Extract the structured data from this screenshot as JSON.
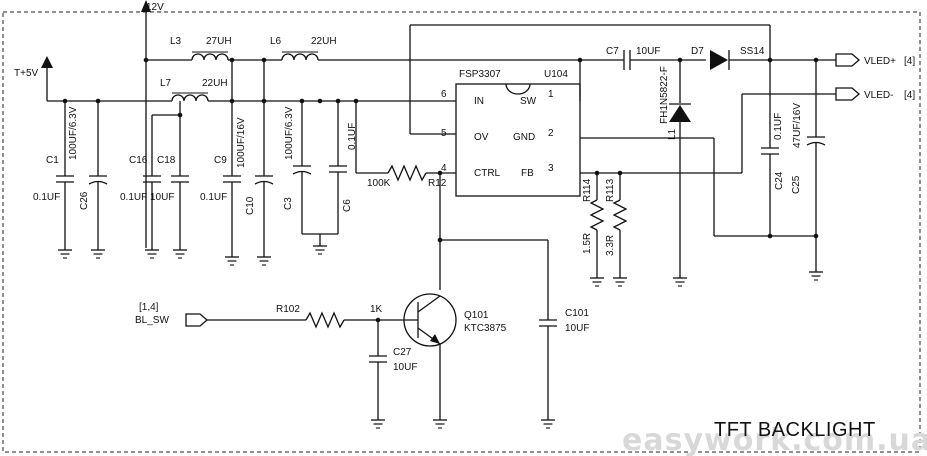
{
  "title": "TFT BACKLIGHT",
  "watermark": "easywork.com.ua",
  "rails": {
    "v12": "12V",
    "v5": "T+5V"
  },
  "ic": {
    "ref": "U104",
    "part": "FSP3307",
    "pins": {
      "in_num": "6",
      "in": "IN",
      "sw_num": "1",
      "sw": "SW",
      "ov_num": "5",
      "ov": "OV",
      "gnd_num": "2",
      "gnd": "GND",
      "ctrl_num": "4",
      "ctrl": "CTRL",
      "fb_num": "3",
      "fb": "FB"
    }
  },
  "inductors": [
    {
      "ref": "L3",
      "value": "27UH"
    },
    {
      "ref": "L6",
      "value": "22UH"
    },
    {
      "ref": "L7",
      "value": "22UH"
    }
  ],
  "capacitors": {
    "c1": {
      "ref": "C1",
      "value": "0.1UF"
    },
    "c26": {
      "ref": "C26",
      "value": "100UF/6.3V"
    },
    "c16": {
      "ref": "C16",
      "value": "0.1UF"
    },
    "c18": {
      "ref": "C18",
      "value": "10UF"
    },
    "c9": {
      "ref": "C9",
      "value": "0.1UF"
    },
    "c10": {
      "ref": "C10",
      "value": "100UF/16V"
    },
    "c3": {
      "ref": "C3",
      "value": "100UF/6.3V"
    },
    "c6": {
      "ref": "C6",
      "value": "0.1UF"
    },
    "c7": {
      "ref": "C7",
      "value": "10UF"
    },
    "c24": {
      "ref": "C24",
      "value": "0.1UF"
    },
    "c25": {
      "ref": "C25",
      "value": "47UF/16V"
    },
    "c101": {
      "ref": "C101",
      "value": "10UF"
    },
    "c27": {
      "ref": "C27",
      "value": "10UF"
    }
  },
  "resistors": {
    "r12": {
      "ref": "R12",
      "value": "100K"
    },
    "r102": {
      "ref": "R102",
      "value": "1K"
    },
    "r114": {
      "ref": "R114",
      "value": "1.5R"
    },
    "r113": {
      "ref": "R113",
      "value": "3.3R"
    }
  },
  "diodes": {
    "d7": {
      "ref": "D7",
      "part": "SS14"
    },
    "l1": {
      "ref": "L1",
      "part": "FH1N5822-F"
    }
  },
  "transistor": {
    "ref": "Q101",
    "part": "KTC3875"
  },
  "ports": {
    "vled_plus": "VLED+",
    "vled_plus_sheet": "[4]",
    "vled_minus": "VLED-",
    "vled_minus_sheet": "[4]",
    "bl_sw": "BL_SW",
    "bl_sw_sheet": "[1,4]"
  }
}
